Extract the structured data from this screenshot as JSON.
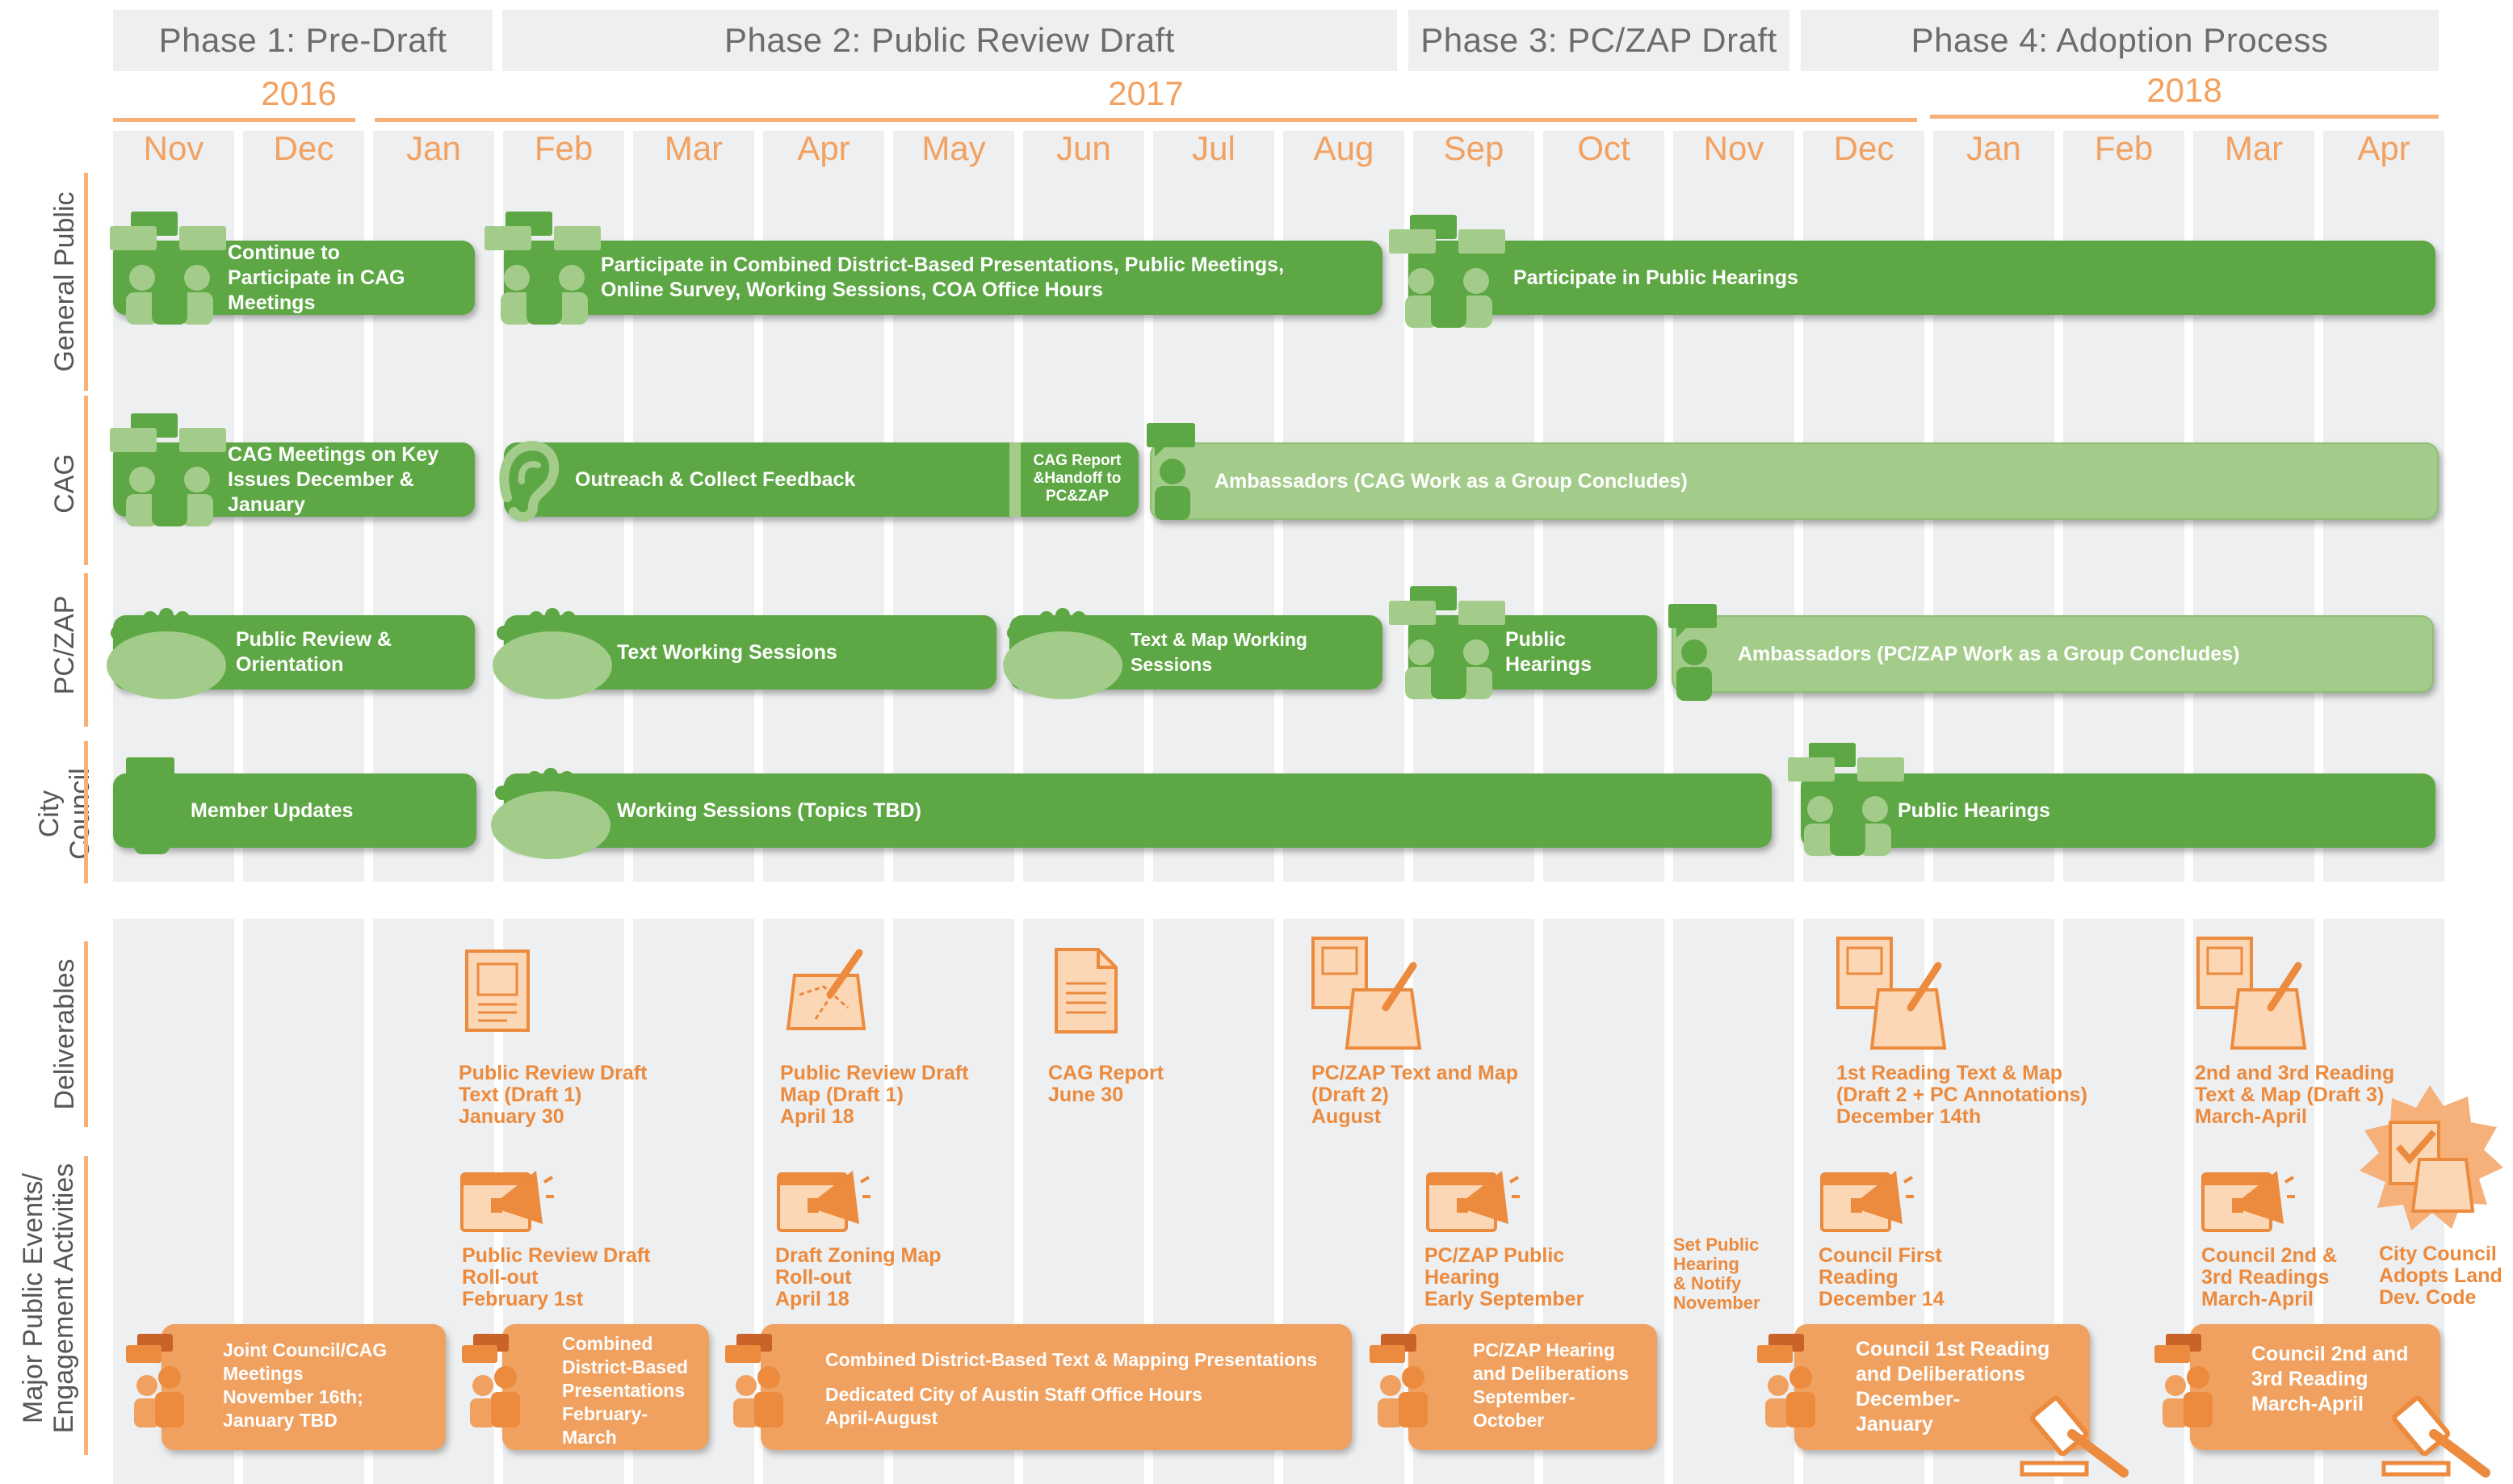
{
  "phases": [
    {
      "label": "Phase 1: Pre-Draft"
    },
    {
      "label": "Phase 2: Public Review Draft"
    },
    {
      "label": "Phase 3: PC/ZAP Draft"
    },
    {
      "label": "Phase 4: Adoption Process"
    }
  ],
  "years": [
    "2016",
    "2017",
    "2018"
  ],
  "months": [
    "Nov",
    "Dec",
    "Jan",
    "Feb",
    "Mar",
    "Apr",
    "May",
    "Jun",
    "Jul",
    "Aug",
    "Sep",
    "Oct",
    "Nov",
    "Dec",
    "Jan",
    "Feb",
    "Mar",
    "Apr"
  ],
  "rows": {
    "general_public": "General Public",
    "cag": "CAG",
    "pczap": "PC/ZAP",
    "council_line1": "City",
    "council_line2": "Council",
    "deliverables": "Deliverables",
    "events_line1": "Major Public Events/",
    "events_line2": "Engagement Activities"
  },
  "bars": {
    "gp1": "Continue to Participate in CAG Meetings",
    "gp2": "Participate in Combined District-Based Presentations, Public Meetings, Online Survey, Working Sessions, COA Office Hours",
    "gp3": "Participate in Public Hearings",
    "cag1": "CAG Meetings on Key Issues December & January",
    "cag2": "Outreach & Collect Feedback",
    "cag3": "CAG Report &Handoff to PC&ZAP",
    "cag4": "Ambassadors (CAG Work as a Group Concludes)",
    "pz1": "Public Review & Orientation",
    "pz2": "Text Working Sessions",
    "pz3": "Text & Map Working Sessions",
    "pz4": "Public Hearings",
    "pz5": "Ambassadors (PC/ZAP Work as a Group Concludes)",
    "cc1": "Member Updates",
    "cc2": "Working Sessions (Topics TBD)",
    "cc3": "Public Hearings"
  },
  "deliverables": [
    {
      "l1": "Public Review Draft",
      "l2": "Text (Draft 1)",
      "l3": "January 30"
    },
    {
      "l1": "Public Review Draft",
      "l2": "Map (Draft 1)",
      "l3": "April 18"
    },
    {
      "l1": "CAG Report",
      "l2": "June 30",
      "l3": ""
    },
    {
      "l1": "PC/ZAP Text and Map",
      "l2": "(Draft 2)",
      "l3": "August"
    },
    {
      "l1": "1st Reading Text & Map",
      "l2": "(Draft 2 + PC Annotations)",
      "l3": "December 14th"
    },
    {
      "l1": "2nd and 3rd Reading",
      "l2": "Text & Map (Draft 3)",
      "l3": "March-April"
    }
  ],
  "milestones": [
    {
      "l1": "Public Review Draft",
      "l2": "Roll-out",
      "l3": "February 1st"
    },
    {
      "l1": "Draft Zoning Map",
      "l2": "Roll-out",
      "l3": "April 18"
    },
    {
      "l1": "PC/ZAP Public",
      "l2": "Hearing",
      "l3": "Early September"
    },
    {
      "l1": "Set Public",
      "l2": "Hearing",
      "l3": "& Notify",
      "l4": "November"
    },
    {
      "l1": "Council First",
      "l2": "Reading",
      "l3": "December 14"
    },
    {
      "l1": "Council 2nd &",
      "l2": "3rd Readings",
      "l3": "March-April"
    },
    {
      "l1": "City Council",
      "l2": "Adopts Land",
      "l3": "Dev. Code"
    }
  ],
  "events": [
    {
      "l1": "Joint Council/CAG",
      "l2": "Meetings",
      "l3": "November 16th;",
      "l4": "January TBD"
    },
    {
      "l1": "Combined",
      "l2": "District-Based",
      "l3": "Presentations",
      "l4": "February-",
      "l5": "March"
    },
    {
      "l1": "Combined District-Based Text & Mapping Presentations",
      "l2": "Dedicated City of Austin Staff Office Hours",
      "l3": "April-August"
    },
    {
      "l1": "PC/ZAP Hearing",
      "l2": "and Deliberations",
      "l3": "September-",
      "l4": "October"
    },
    {
      "l1": "Council 1st Reading",
      "l2": "and Deliberations",
      "l3": "December-",
      "l4": "January"
    },
    {
      "l1": "Council 2nd and",
      "l2": "3rd Reading",
      "l3": "March-April"
    }
  ],
  "colors": {
    "dark_green": "#5ea745",
    "light_green": "#a3cc8a",
    "orange": "#f0a160",
    "orange_text": "#ec8a3d",
    "header_gray": "#eeeff0"
  }
}
